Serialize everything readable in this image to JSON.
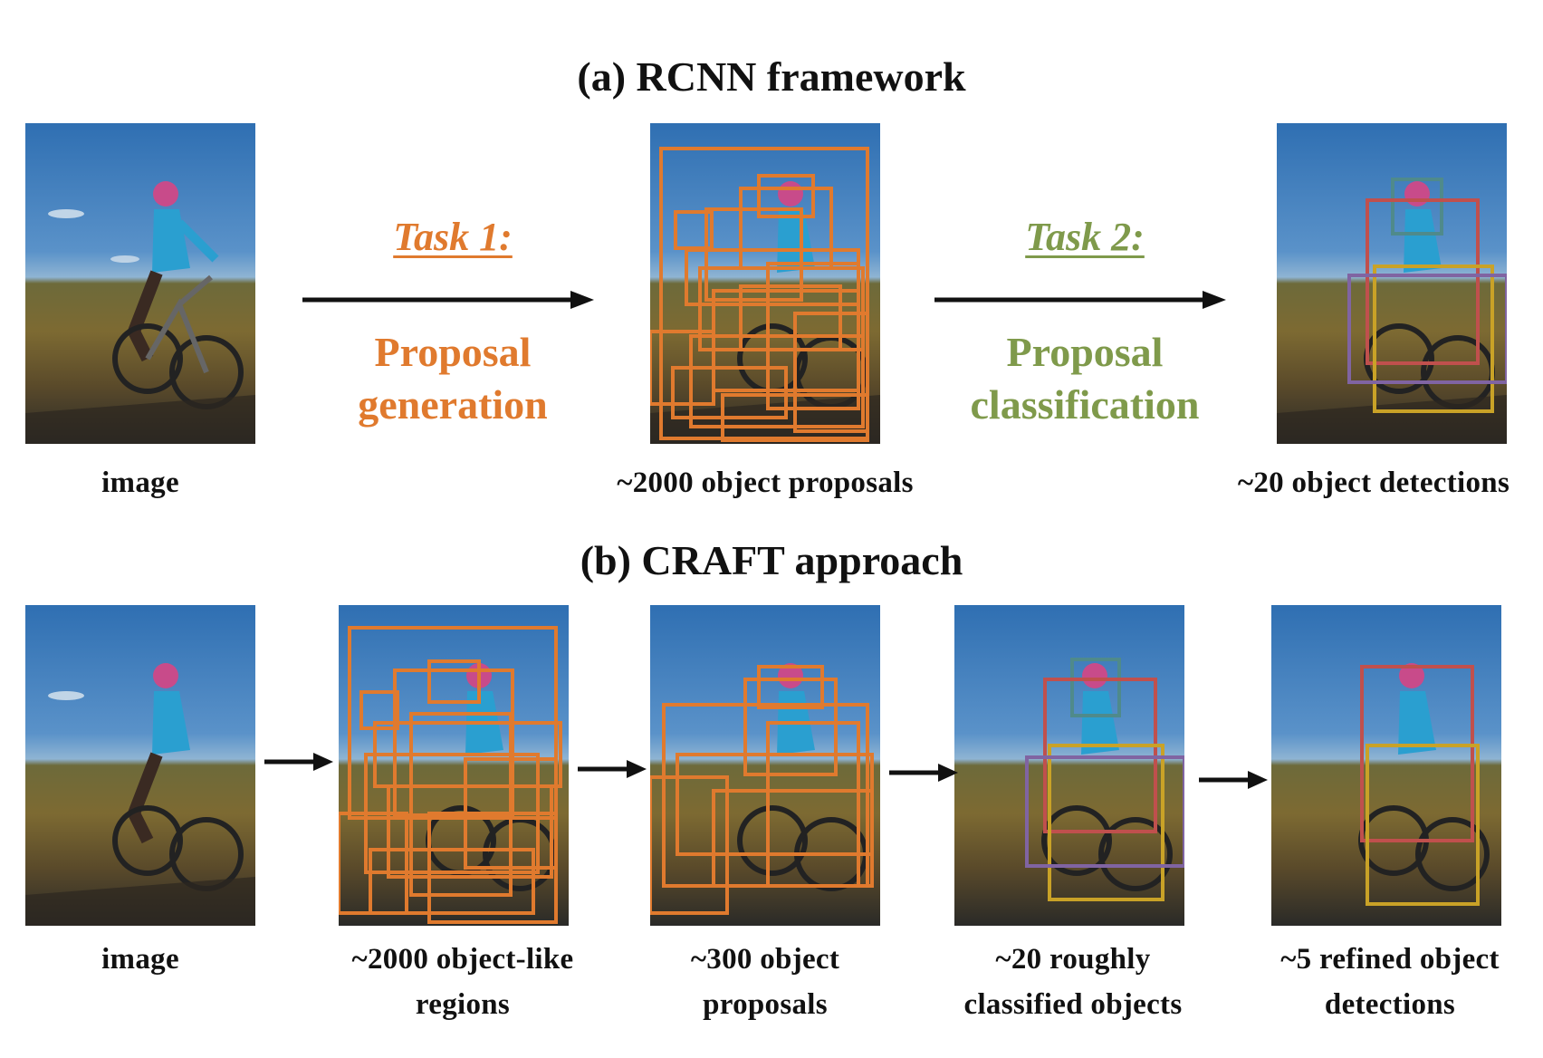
{
  "section_a": {
    "title": "(a) RCNN framework",
    "task1": {
      "label": "Task 1:",
      "line1": "Proposal",
      "line2": "generation",
      "color": "#e07a2e"
    },
    "task2": {
      "label": "Task 2:",
      "line1": "Proposal",
      "line2": "classification",
      "color": "#7f9a4b"
    },
    "captions": {
      "image": "image",
      "proposals": "~2000 object proposals",
      "detections": "~20 object detections"
    }
  },
  "section_b": {
    "title": "(b) CRAFT approach",
    "captions": [
      {
        "line1": "image",
        "line2": ""
      },
      {
        "line1": "~2000 object-like",
        "line2": "regions"
      },
      {
        "line1": "~300 object",
        "line2": "proposals"
      },
      {
        "line1": "~20 roughly",
        "line2": "classified objects"
      },
      {
        "line1": "~5 refined object",
        "line2": "detections"
      }
    ]
  },
  "colors": {
    "proposal_box": "#e07a2e",
    "teal_box": "#4f8a8b",
    "red_box": "#c0504d",
    "yellow_box": "#c9a227",
    "purple_box": "#8064a2"
  }
}
